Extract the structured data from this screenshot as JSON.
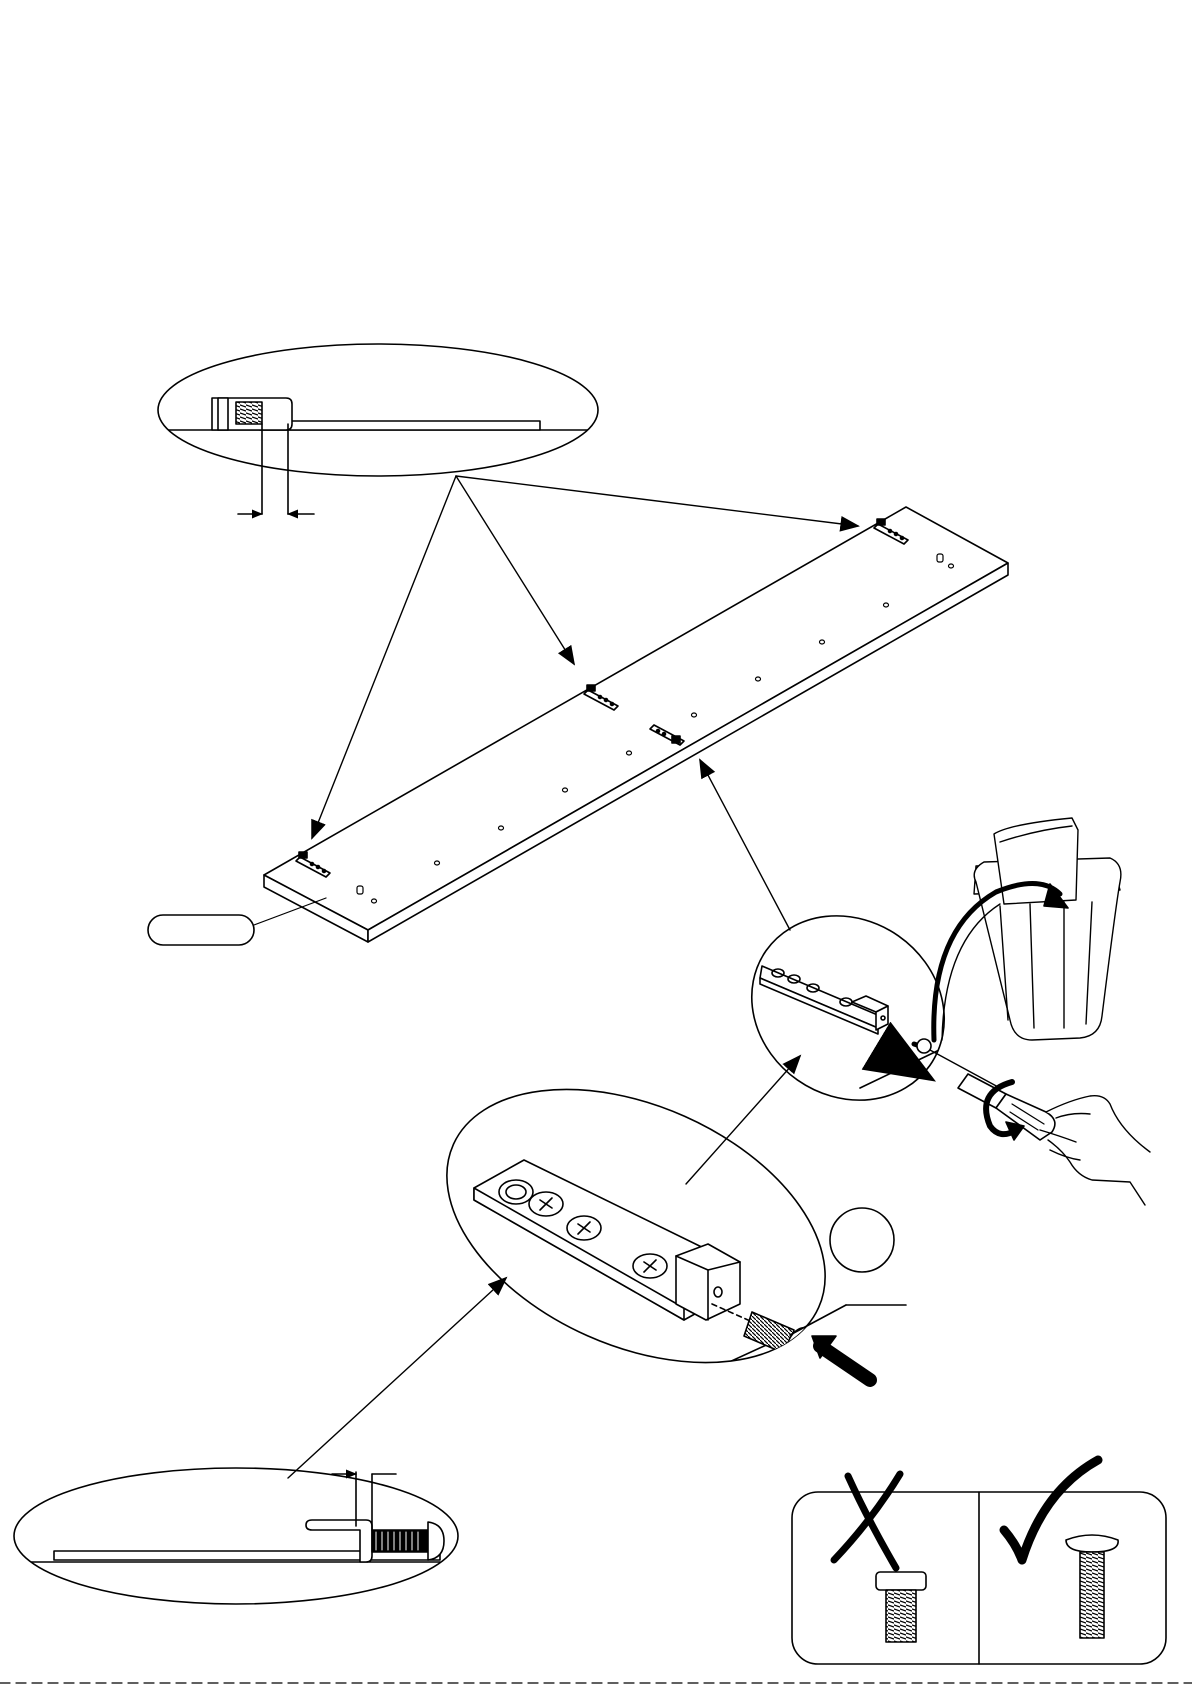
{
  "page": {
    "kind": "assembly-instruction-step",
    "ink_color": "#000000",
    "paper_color": "#ffffff"
  },
  "callouts": {
    "part_label": "",
    "step_circle": "",
    "screw_pointer_label": ""
  },
  "screw_check": {
    "wrong_mark": "cross",
    "right_mark": "check",
    "wrong_screw": "short-flat-head-screw",
    "right_screw": "long-round-head-screw"
  },
  "icons": [
    "screwdriver-icon",
    "hand-icon",
    "trash-bin-icon",
    "rotation-arrow-icon"
  ]
}
